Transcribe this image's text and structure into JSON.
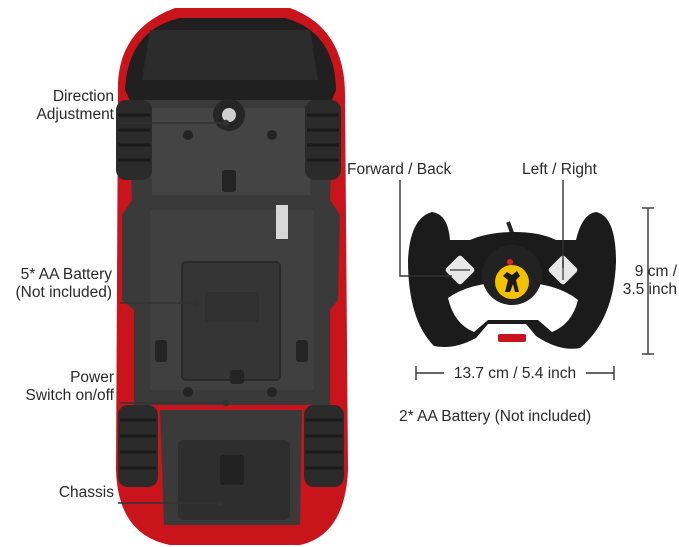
{
  "car_callouts": {
    "direction": [
      "Direction",
      "Adjustment"
    ],
    "battery": [
      "5* AA Battery",
      "(Not included)"
    ],
    "power": [
      "Power",
      "Switch on/off"
    ],
    "chassis": "Chassis"
  },
  "controller_callouts": {
    "forward_back": "Forward / Back",
    "left_right": "Left / Right",
    "height": [
      "9 cm /",
      "3.5 inch"
    ],
    "width": "13.7 cm / 5.4 inch",
    "battery": "2* AA Battery (Not included)"
  },
  "colors": {
    "car_red": "#c8141a",
    "body_black": "#1b1b1b",
    "plate_gray": "#3a3a3a",
    "badge_yellow": "#f2c200"
  }
}
